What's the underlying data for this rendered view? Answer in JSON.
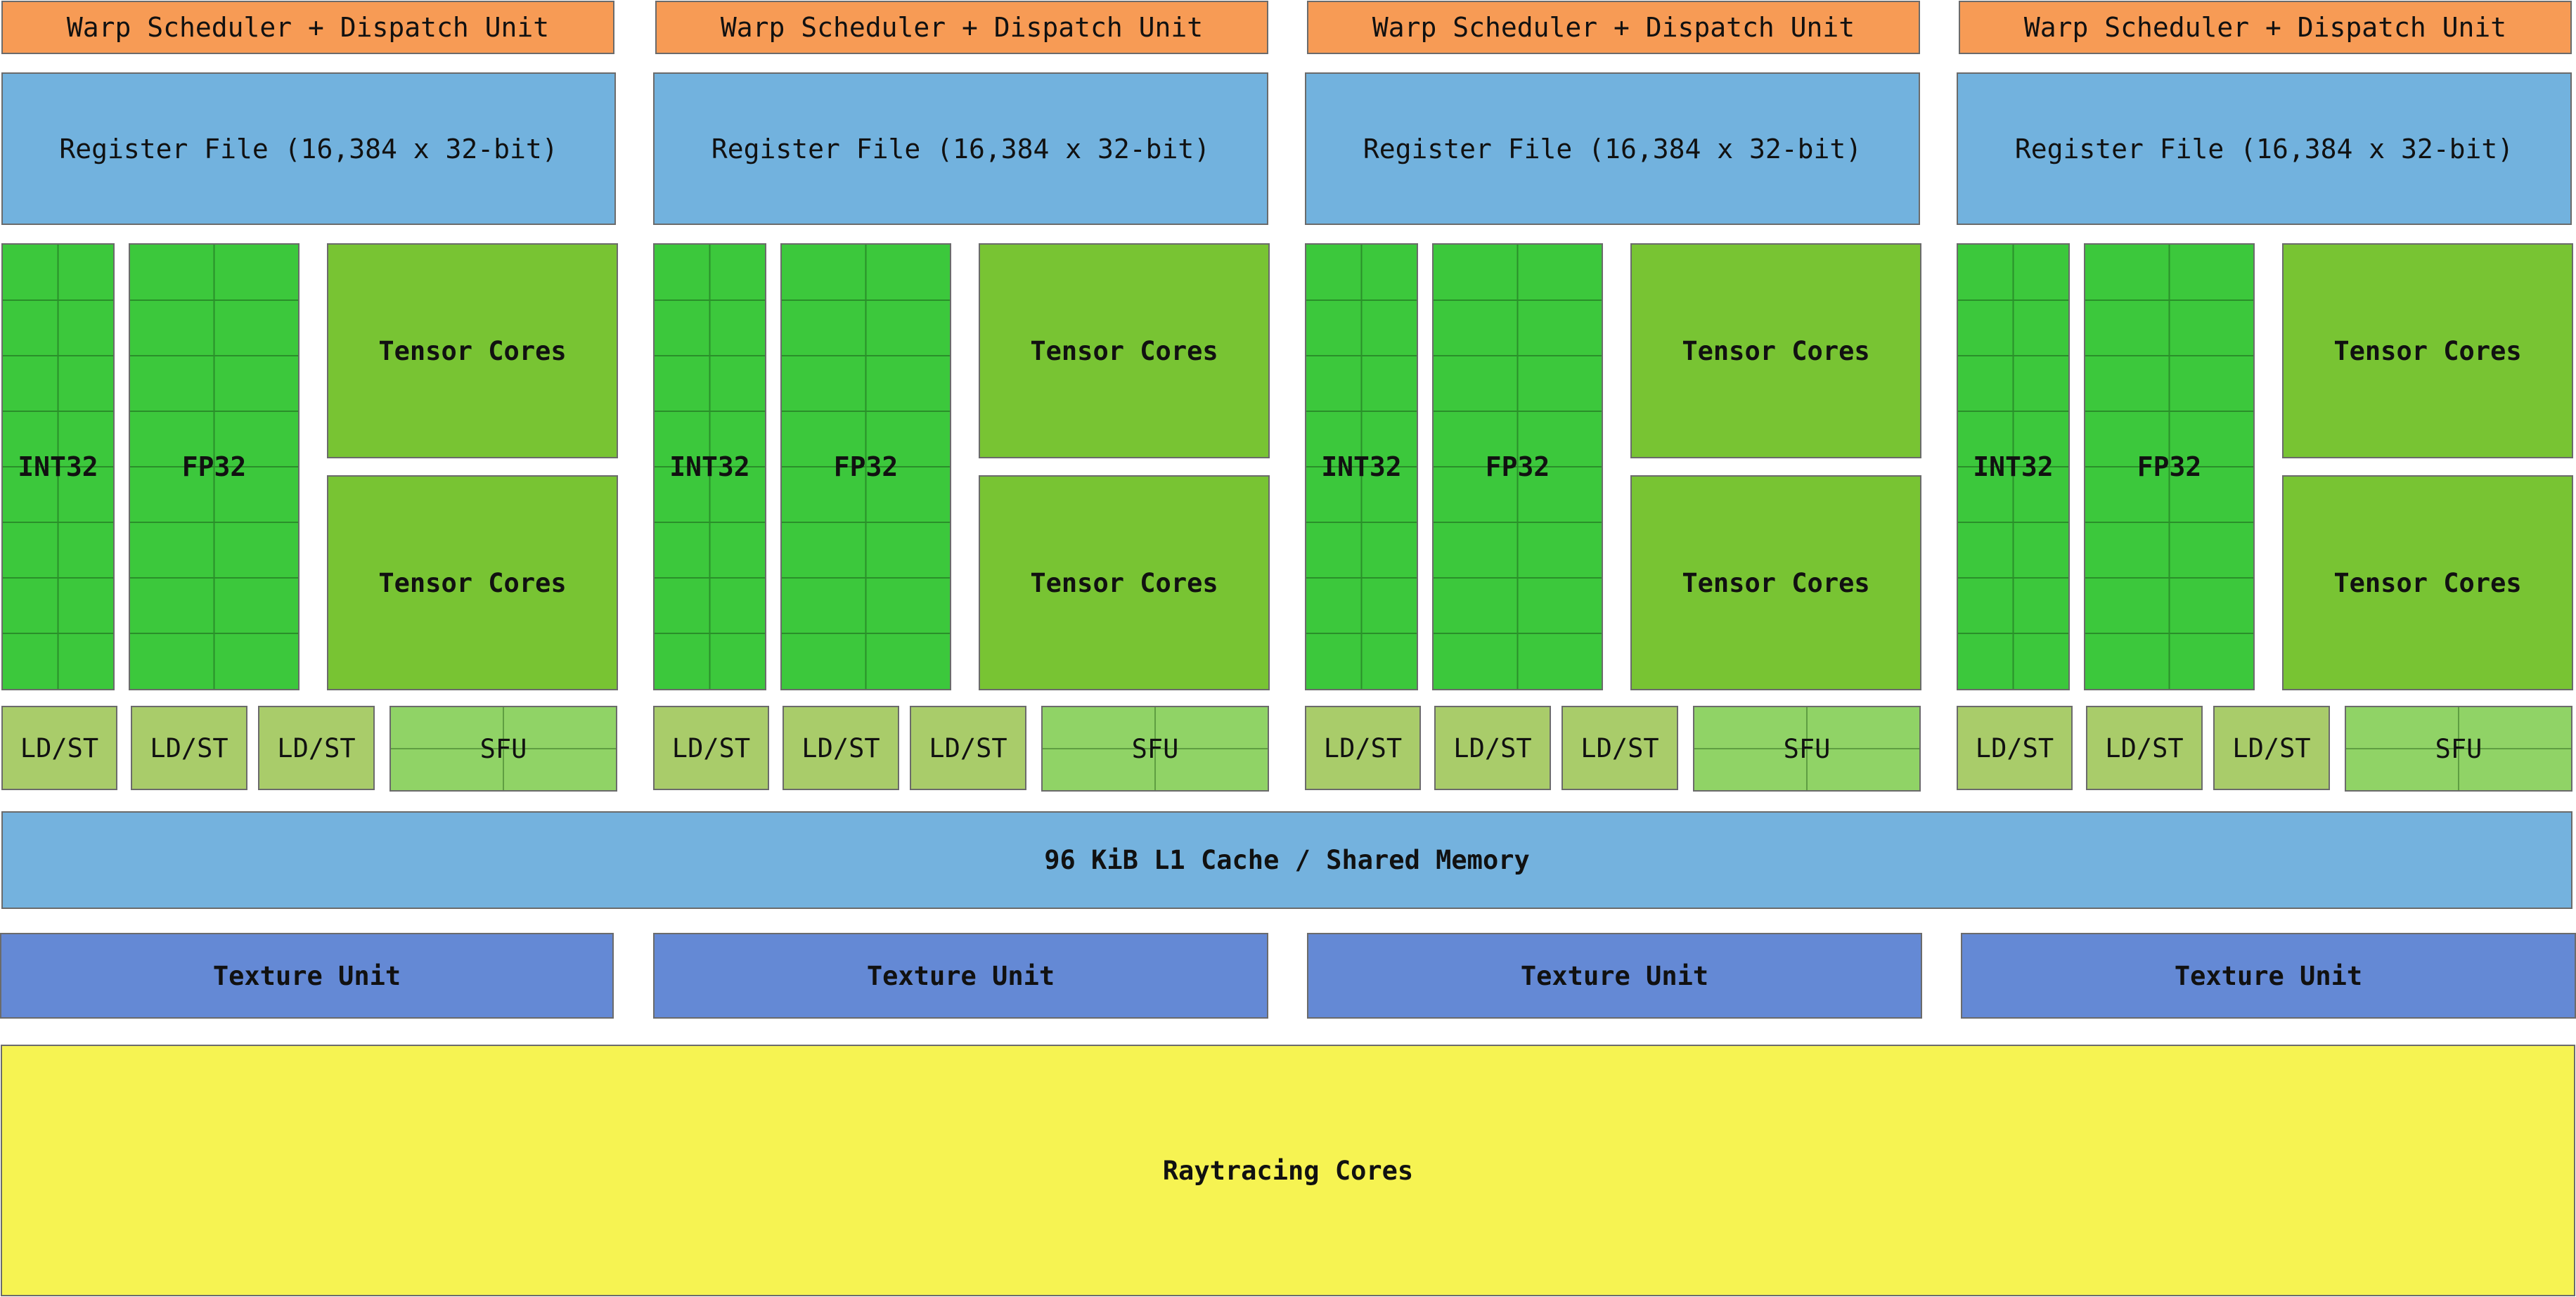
{
  "warp_label": "Warp Scheduler + Dispatch Unit",
  "register_label": "Register File (16,384 x 32-bit)",
  "int32_label": "INT32",
  "fp32_label": "FP32",
  "tensor_label": "Tensor Cores",
  "ldst_label": "LD/ST",
  "sfu_label": "SFU",
  "l1_label": "96 KiB L1 Cache / Shared Memory",
  "texture_label": "Texture Unit",
  "raytracing_label": "Raytracing Cores",
  "colors": {
    "warp": "#f79b55",
    "register": "#72b2de",
    "cuda_core": "#3cc83c",
    "tensor": "#78c433",
    "ldst": "#a9cc6a",
    "sfu": "#90d366",
    "l1": "#74b2de",
    "texture": "#6489d5",
    "raytracing": "#f6f352"
  }
}
